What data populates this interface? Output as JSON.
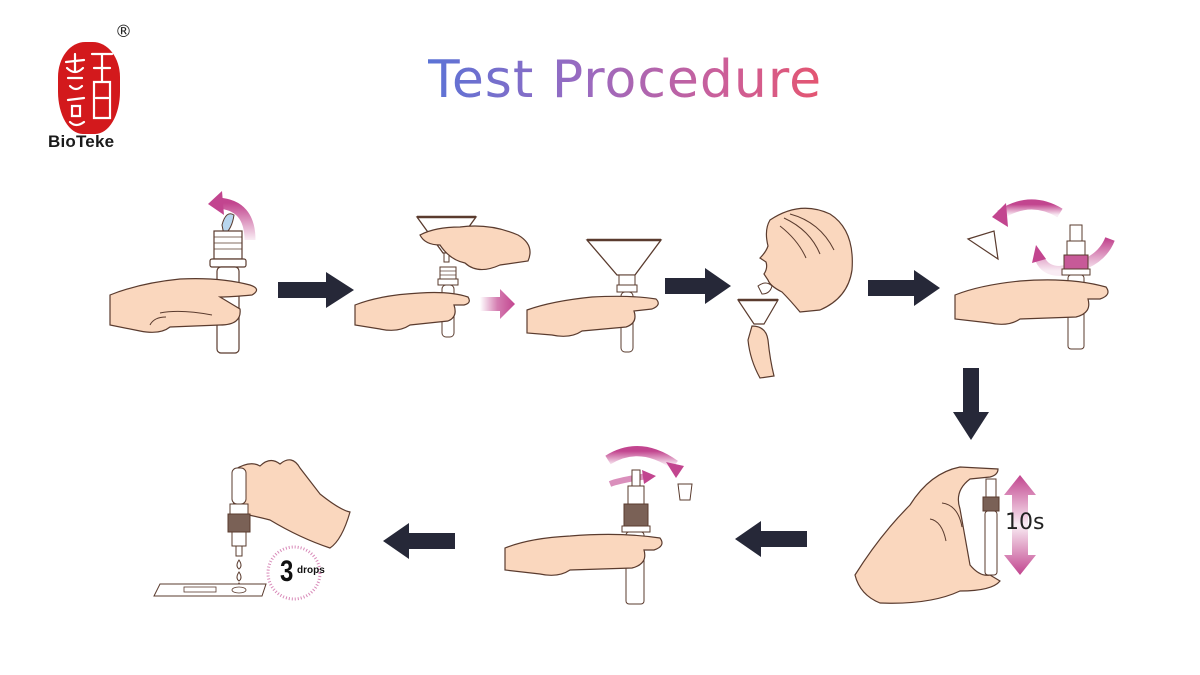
{
  "brand": {
    "name": "BioTeke",
    "registered_mark": "®",
    "seal_color": "#d3191c"
  },
  "title": {
    "text": "Test Procedure",
    "gradient": [
      "#5b73d6",
      "#9a6ac0",
      "#cc5f99",
      "#e45570"
    ]
  },
  "colors": {
    "flow_arrow": "#262838",
    "action_arrow": "#c2458f",
    "skin": "#fad7be",
    "outline": "#5a3b2e",
    "cap_dark": "#7a6156",
    "cap_pink": "#c75a98"
  },
  "steps": [
    {
      "index": 1,
      "description": "Hold tube, remove cap",
      "icon": "hand-holding-tube-uncap"
    },
    {
      "index": 2,
      "description": "Attach funnel to tube",
      "icon": "hand-attach-funnel"
    },
    {
      "index": 3,
      "description": "Tube with funnel attached",
      "icon": "hand-holding-funnel-tube"
    },
    {
      "index": 4,
      "description": "Spit saliva into funnel",
      "icon": "person-spit-into-funnel"
    },
    {
      "index": 5,
      "description": "Remove funnel, screw on dropper cap",
      "icon": "hand-remove-funnel-cap-tube"
    },
    {
      "index": 6,
      "description": "Squeeze and mix",
      "icon": "hand-squeeze-tube",
      "duration_label": "10s"
    },
    {
      "index": 7,
      "description": "Twist off dropper tip",
      "icon": "hand-twist-tip"
    },
    {
      "index": 8,
      "description": "Add drops to test cassette",
      "icon": "hand-dispense-drops",
      "drops_count": "3",
      "drops_word": "drops"
    }
  ],
  "flow_arrows": [
    {
      "from": 1,
      "to": 2,
      "direction": "right"
    },
    {
      "from": 2,
      "to": 3,
      "direction": "right",
      "style": "pink"
    },
    {
      "from": 3,
      "to": 4,
      "direction": "right"
    },
    {
      "from": 4,
      "to": 5,
      "direction": "right"
    },
    {
      "from": 5,
      "to": 6,
      "direction": "down"
    },
    {
      "from": 6,
      "to": 7,
      "direction": "left"
    },
    {
      "from": 7,
      "to": 8,
      "direction": "left"
    }
  ]
}
